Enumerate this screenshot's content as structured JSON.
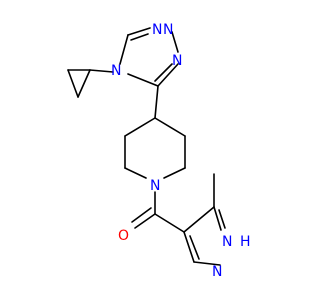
{
  "molecule": {
    "atom_colors": {
      "N": "#0000ff",
      "O": "#ff0000",
      "bond": "#000000"
    },
    "labels": {
      "triazole_n_top_left": "N",
      "triazole_n_top_right": "N",
      "triazole_n_right": "N",
      "triazole_n_cyclopropyl": "N",
      "piperidine_n": "N",
      "carbonyl_o": "O",
      "pyrazole_nh": "N",
      "pyrazole_nh_h": "H",
      "pyrazole_n": "N"
    }
  }
}
